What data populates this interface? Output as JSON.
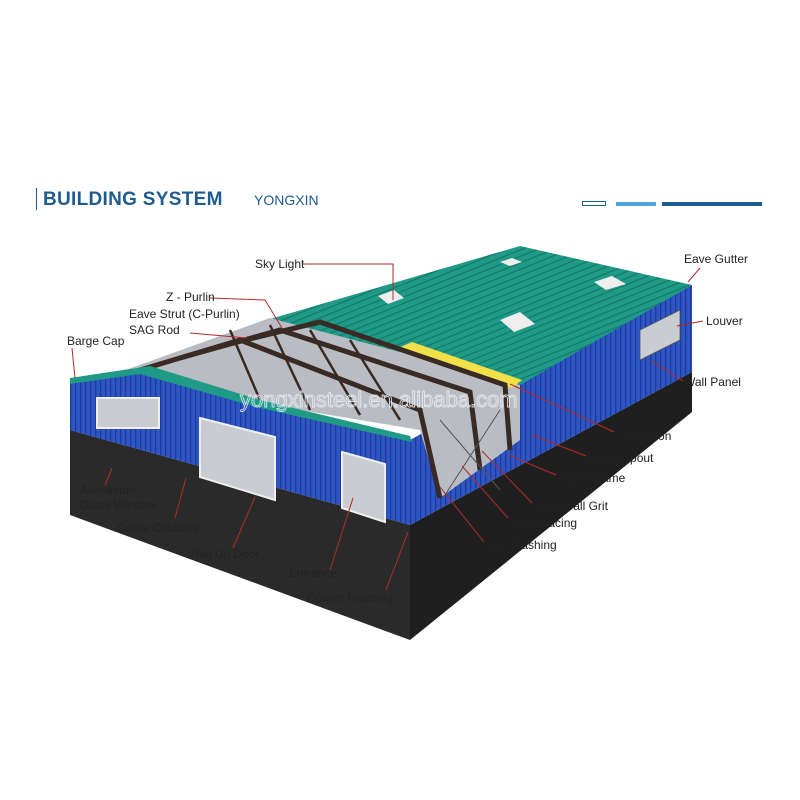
{
  "header": {
    "title": "BUILDING SYSTEM",
    "brand": "YONGXIN"
  },
  "watermark": "yongxinsteel.en.alibaba.com",
  "colors": {
    "title": "#1f5b8e",
    "wall": "#2f55c4",
    "roof": "#1f9a86",
    "base": "#2a2a2a",
    "leader": "#b22a2a",
    "insulation": "#f2e04a"
  },
  "labels": {
    "sky_light": "Sky Light",
    "z_purlin": "Z - Purlin",
    "eave_strut": "Eave Strut (C-Purlin)",
    "sag_rod": "SAG Rod",
    "barge_cap": "Barge Cap",
    "eave_gutter": "Eave Gutter",
    "louver": "Louver",
    "wall_panel": "Wall Panel",
    "insulation": "Insulation",
    "down_spout": "Down Spout",
    "rigid_frame": "Rigid Frame",
    "side_wall_grit": "Side Wall Grit",
    "rod_bracing": "Rod Bracing",
    "drip_flashing": "Drip Flashing",
    "aluminium_glass_window_1": "Aluminium",
    "aluminium_glass_window_2": "Glass Window",
    "gable_cladding": "Gable Cladding",
    "roll_up_door": "Roll Up Door",
    "entrance": "Entrance",
    "corner_flashing": "Corner Flashing"
  }
}
